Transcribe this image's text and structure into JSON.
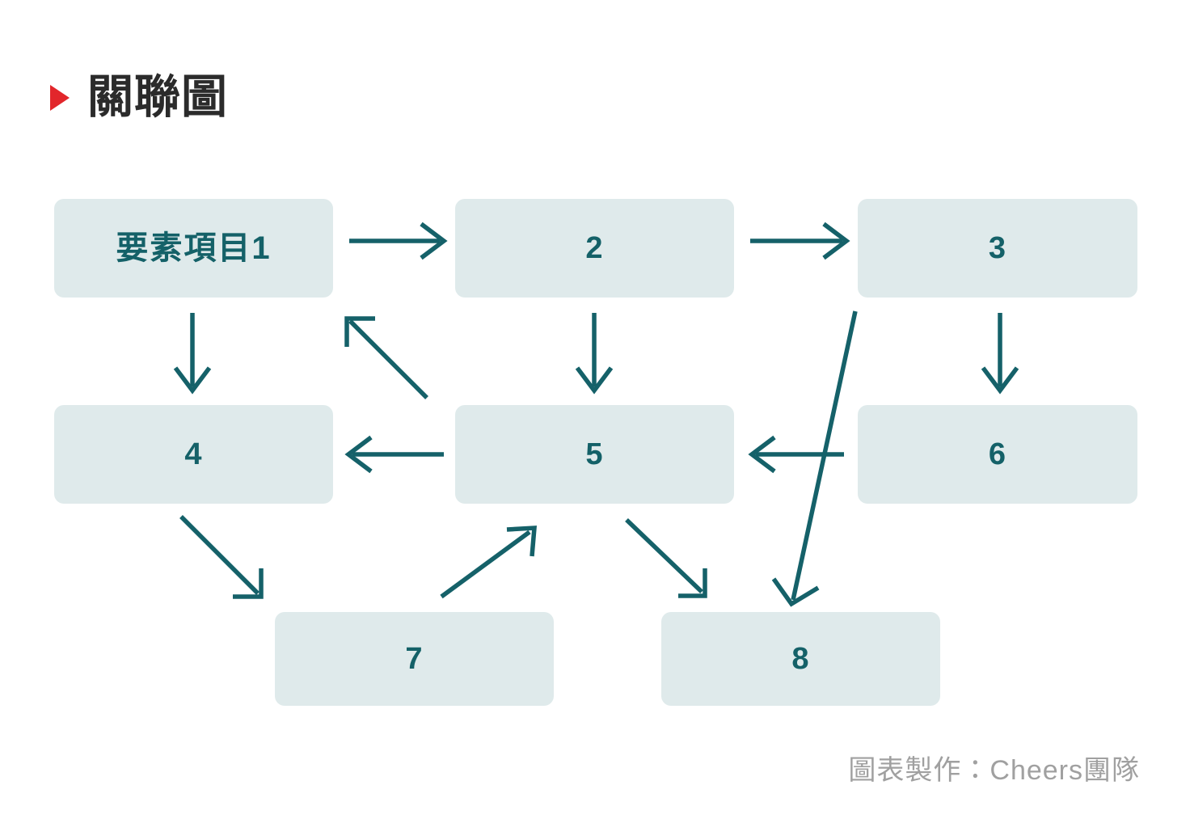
{
  "page": {
    "title": "關聯圖",
    "bullet_icon": "red-triangle-right-icon",
    "credit": "圖表製作：Cheers團隊",
    "background_color": "#ffffff"
  },
  "colors": {
    "accent_red": "#e2262b",
    "node_fill": "#dfeaeb",
    "node_text": "#146168",
    "arrow": "#156169",
    "title_text": "#2b2b2b",
    "credit_text": "#a0a0a0"
  },
  "chart_data": {
    "type": "diagram",
    "title": "關聯圖",
    "nodes": [
      {
        "id": "1",
        "label": "要素項目1",
        "cjk": true,
        "row": 1,
        "col": 1
      },
      {
        "id": "2",
        "label": "2",
        "cjk": false,
        "row": 1,
        "col": 2
      },
      {
        "id": "3",
        "label": "3",
        "cjk": false,
        "row": 1,
        "col": 3
      },
      {
        "id": "4",
        "label": "4",
        "cjk": false,
        "row": 2,
        "col": 1
      },
      {
        "id": "5",
        "label": "5",
        "cjk": false,
        "row": 2,
        "col": 2
      },
      {
        "id": "6",
        "label": "6",
        "cjk": false,
        "row": 2,
        "col": 3
      },
      {
        "id": "7",
        "label": "7",
        "cjk": false,
        "row": 3,
        "col": 1
      },
      {
        "id": "8",
        "label": "8",
        "cjk": false,
        "row": 3,
        "col": 2
      }
    ],
    "edges": [
      {
        "from": "1",
        "to": "2",
        "direction": "right",
        "style": "straight"
      },
      {
        "from": "2",
        "to": "3",
        "direction": "right",
        "style": "straight"
      },
      {
        "from": "1",
        "to": "4",
        "direction": "down",
        "style": "straight"
      },
      {
        "from": "2",
        "to": "5",
        "direction": "down",
        "style": "straight"
      },
      {
        "from": "3",
        "to": "6",
        "direction": "down",
        "style": "straight"
      },
      {
        "from": "5",
        "to": "4",
        "direction": "left",
        "style": "straight"
      },
      {
        "from": "6",
        "to": "5",
        "direction": "left",
        "style": "straight"
      },
      {
        "from": "5",
        "to": "2",
        "direction": "up-left",
        "style": "diagonal"
      },
      {
        "from": "4",
        "to": "7",
        "direction": "down-right",
        "style": "diagonal"
      },
      {
        "from": "7",
        "to": "5",
        "direction": "up-right",
        "style": "diagonal"
      },
      {
        "from": "5",
        "to": "8",
        "direction": "down-right",
        "style": "diagonal"
      },
      {
        "from": "3",
        "to": "8",
        "direction": "down-left",
        "style": "diagonal"
      }
    ]
  }
}
